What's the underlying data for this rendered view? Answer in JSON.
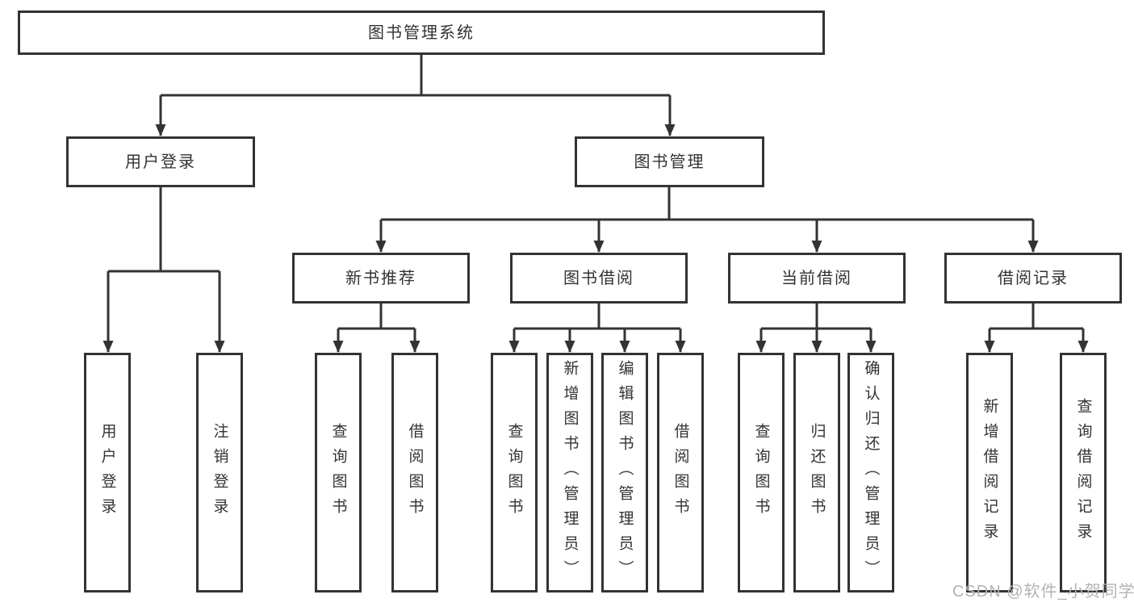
{
  "diagram": {
    "title": "图书管理系统",
    "level1": [
      "用户登录",
      "图书管理"
    ],
    "level2": [
      "新书推荐",
      "图书借阅",
      "当前借阅",
      "借阅记录"
    ],
    "leaves": {
      "login": [
        "用户登录",
        "注销登录"
      ],
      "recommend": [
        "查询图书",
        "借阅图书"
      ],
      "borrow": [
        "查询图书",
        "新增图书（管理员）",
        "编辑图书（管理员）",
        "借阅图书"
      ],
      "current": [
        "查询图书",
        "归还图书",
        "确认归还（管理员）"
      ],
      "records": [
        "新增借阅记录",
        "查询借阅记录"
      ]
    }
  },
  "watermark": "CSDN @软件_小贺同学",
  "colors": {
    "line": "#333333",
    "text": "#333333",
    "watermark": "#b3b3b3",
    "background": "#ffffff"
  }
}
